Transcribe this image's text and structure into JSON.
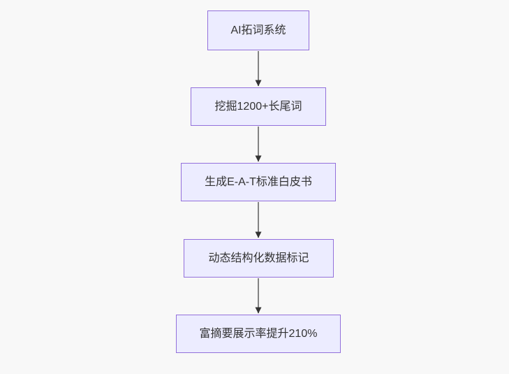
{
  "diagram": {
    "type": "flowchart-top-down",
    "background": "#f8f8f8",
    "node_style": {
      "fill": "#ececff",
      "border": "#9370db",
      "text": "#333333"
    },
    "edge_style": {
      "line": "#666666",
      "arrowhead": "#333333"
    },
    "nodes": [
      {
        "label": "AI拓词系统"
      },
      {
        "label": "挖掘1200+长尾词"
      },
      {
        "label": "生成E-A-T标准白皮书"
      },
      {
        "label": "动态结构化数据标记"
      },
      {
        "label": "富摘要展示率提升210%"
      }
    ],
    "edges": [
      {
        "from": "AI拓词系统",
        "to": "挖掘1200+长尾词"
      },
      {
        "from": "挖掘1200+长尾词",
        "to": "生成E-A-T标准白皮书"
      },
      {
        "from": "生成E-A-T标准白皮书",
        "to": "动态结构化数据标记"
      },
      {
        "from": "动态结构化数据标记",
        "to": "富摘要展示率提升210%"
      }
    ]
  }
}
